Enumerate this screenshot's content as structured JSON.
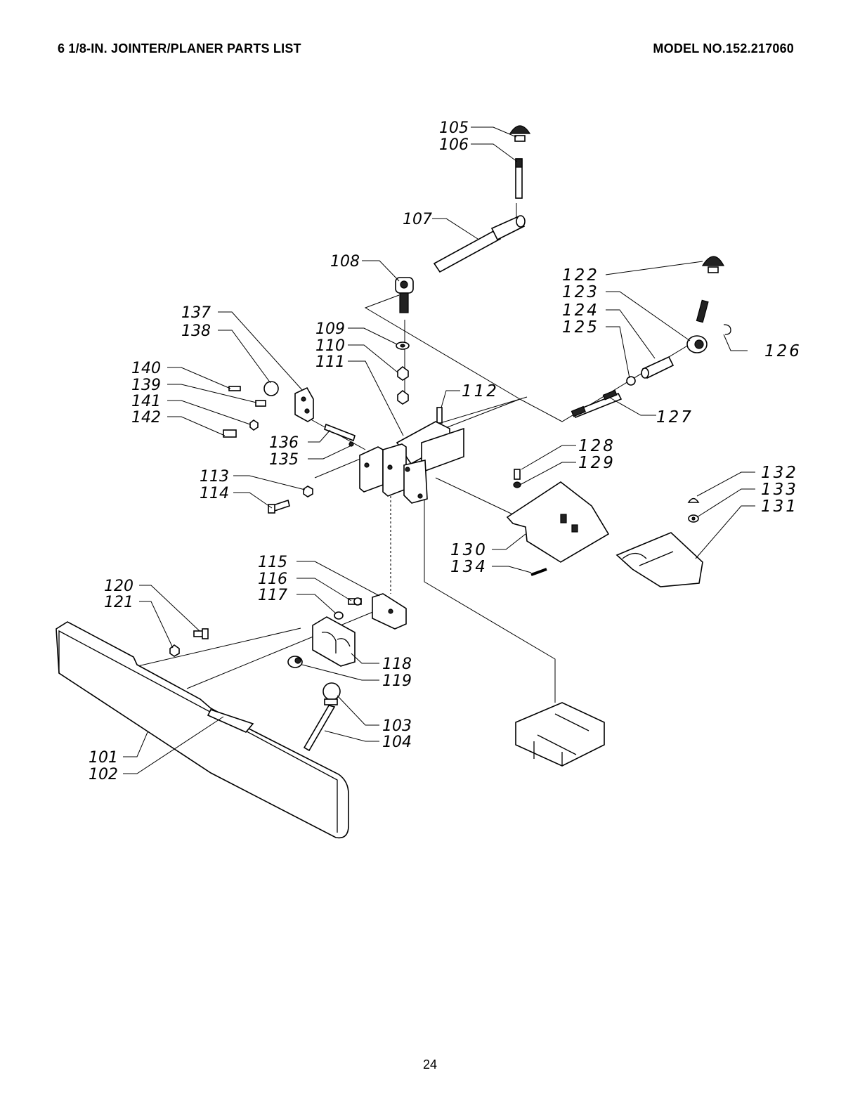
{
  "header": {
    "title": "6 1/8-IN. JOINTER/PLANER PARTS LIST",
    "model": "MODEL NO.152.217060"
  },
  "page_number": "24",
  "callouts": {
    "p101": "101",
    "p102": "102",
    "p103": "103",
    "p104": "104",
    "p105": "105",
    "p106": "106",
    "p107": "107",
    "p108": "108",
    "p109": "109",
    "p110": "110",
    "p111": "111",
    "p112": "112",
    "p113": "113",
    "p114": "114",
    "p115": "115",
    "p116": "116",
    "p117": "117",
    "p118": "118",
    "p119": "119",
    "p120": "120",
    "p121": "121",
    "p122": "122",
    "p123": "123",
    "p124": "124",
    "p125": "125",
    "p126": "126",
    "p127": "127",
    "p128": "128",
    "p129": "129",
    "p130": "130",
    "p131": "131",
    "p132": "132",
    "p133": "133",
    "p134": "134",
    "p135": "135",
    "p136": "136",
    "p137": "137",
    "p138": "138",
    "p139": "139",
    "p140": "140",
    "p141": "141",
    "p142": "142"
  }
}
